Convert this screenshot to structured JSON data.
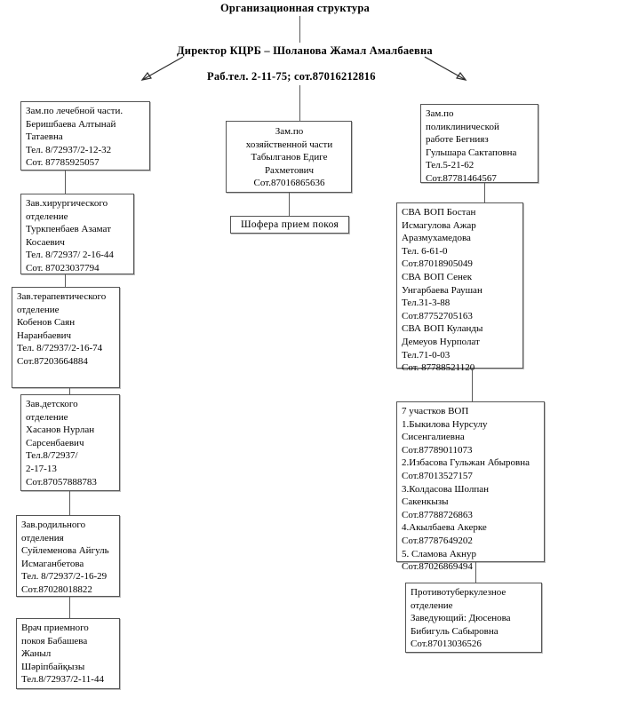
{
  "header": {
    "title": "Организационная структура",
    "director_line": "Директор КЦРБ – Шоланова Жамал Амалбаевна",
    "director_phones": "Раб.тел. 2-11-75; сот.87016212816"
  },
  "columns": {
    "left": {
      "nodes": [
        {
          "name": "dep-medical-affairs",
          "lines": [
            "Зам.по лечебной части.",
            "Беришбаева Алтынай",
            "Татаевна",
            "Тел. 8/72937/2-12-32",
            "Сот. 87785925057"
          ]
        },
        {
          "name": "head-surgical-department",
          "lines": [
            "Зав.хирургического",
            "отделение",
            "Туркпенбаев Азамат",
            "Косаевич",
            "Тел. 8/72937/ 2-16-44",
            "Сот. 87023037794"
          ]
        },
        {
          "name": "head-therapeutic-department",
          "lines": [
            "Зав.терапевтического",
            "отделение",
            "Кобенов Саян",
            "Наранбаевич",
            "Тел. 8/72937/2-16-74",
            "Сот.87203664884"
          ]
        },
        {
          "name": "head-children-department",
          "lines": [
            "Зав.детского",
            "отделение",
            "Хасанов Нурлан",
            "Сарсенбаевич",
            "Тел.8/72937/",
            "2-17-13",
            "Сот.87057888783"
          ]
        },
        {
          "name": "head-maternity-department",
          "lines": [
            "Зав.родильного",
            "отделения",
            "Суйлеменова Айгуль",
            "Исмаганбетова",
            "Тел. 8/72937/2-16-29",
            "Сот.87028018822"
          ]
        },
        {
          "name": "admission-ward-doctor",
          "lines": [
            "Врач приемного",
            "покоя Бабашева",
            "Жаныл",
            "Шәріпбайқызы",
            "Тел.8/72937/2-11-44"
          ]
        }
      ]
    },
    "center": {
      "nodes": [
        {
          "name": "dep-economic-affairs",
          "lines": [
            "Зам.по",
            "хозяйственной части",
            "Табылганов Едиге",
            "Рахметович",
            "Сот.87016865636"
          ]
        },
        {
          "name": "drivers-admission-ward",
          "lines": [
            "Шофера прием покоя"
          ]
        }
      ]
    },
    "right": {
      "nodes": [
        {
          "name": "dep-polyclinic-work",
          "lines": [
            "Зам.по",
            "поликлинической",
            "работе Бегнияз",
            "Гульшара Сактаповна",
            "Тел.5-21-62",
            "Сот.87781464567"
          ]
        },
        {
          "name": "sva-vop-list",
          "lines": [
            "СВА ВОП  Бостан",
            "Исмагулова Ажар",
            "Аразмухамедова",
            "Тел. 6-61-0",
            "Сот.87018905049",
            "СВА ВОП Сенек",
            "Унгарбаева Раушан",
            "Тел.31-3-88",
            "Сот.87752705163",
            "СВА ВОП Куланды",
            "Демеуов Нурполат",
            "Тел.71-0-03",
            "Сот. 87788521120"
          ]
        },
        {
          "name": "seven-vop-districts",
          "lines": [
            "7 участков ВОП",
            "1.Быкилова Нурсулу",
            "Сисенгалиевна",
            "Сот.87789011073",
            "2.Избасова Гульжан Абыровна",
            "Сот.87013527157",
            "3.Колдасова Шолпан",
            "Сакенкызы",
            "Сот.87788726863",
            "4.Акылбаева Акерке",
            "Сот.87787649202",
            "5. Сламова Акнур",
            "Сот.87026869494"
          ]
        },
        {
          "name": "anti-tuberculosis-department",
          "lines": [
            "Противотуберкулезное",
            "отделение",
            "Заведующий:  Дюсенова",
            "Бибигуль Сабыровна",
            "Сот.87013036526"
          ]
        }
      ]
    }
  },
  "colors": {
    "background": "#ffffff",
    "text": "#000000",
    "border": "#555555",
    "connector": "#5a5a5a"
  }
}
